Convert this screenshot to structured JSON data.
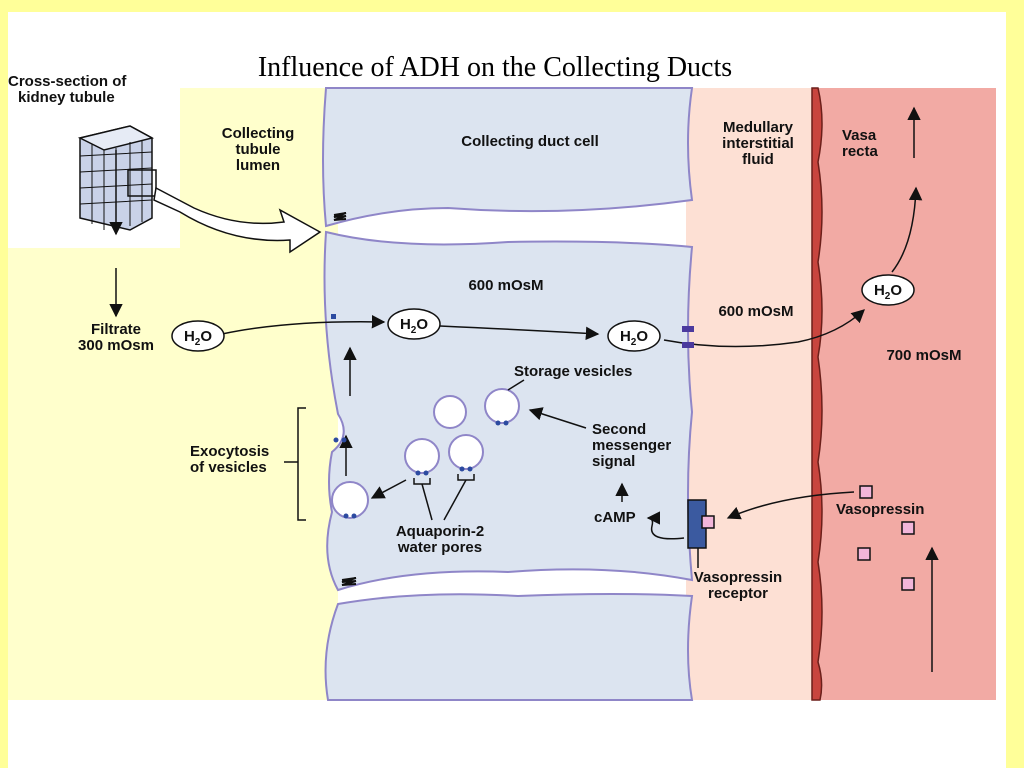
{
  "slide_title": "Influence of ADH on the Collecting Ducts",
  "inset": {
    "line1": "Cross-section of",
    "line2": "kidney tubule"
  },
  "regions": {
    "lumen": [
      "Collecting",
      "tubule",
      "lumen"
    ],
    "cell": "Collecting duct cell",
    "medullary": [
      "Medullary",
      "interstitial",
      "fluid"
    ],
    "vasa": [
      "Vasa",
      "recta"
    ]
  },
  "osmolarity": {
    "filtrate": [
      "Filtrate",
      "300 mOsm"
    ],
    "cell": "600 mOsM",
    "interstitial": "600 mOsM",
    "vasa": "700 mOsM"
  },
  "water": {
    "base": "H",
    "sub": "2",
    "end": "O"
  },
  "labels": {
    "storage_vesicles": "Storage vesicles",
    "second_messenger": [
      "Second",
      "messenger",
      "signal"
    ],
    "exocytosis": [
      "Exocytosis",
      "of vesicles"
    ],
    "aquaporin": [
      "Aquaporin-2",
      "water pores"
    ],
    "camp": "cAMP",
    "vasopressin": "Vasopressin",
    "receptor": [
      "Vasopressin",
      "receptor"
    ]
  },
  "colors": {
    "lumen": "#ffffcc",
    "cell": "#dce4f0",
    "cell_border": "#8f86c8",
    "interstitial": "#fde0d4",
    "vasa": "#f2aaa4",
    "vessel_wall": "#c8453e",
    "pore": "#2c4aa0",
    "receptor": "#3b5aa0",
    "vasopressin": "#f2b6da"
  }
}
